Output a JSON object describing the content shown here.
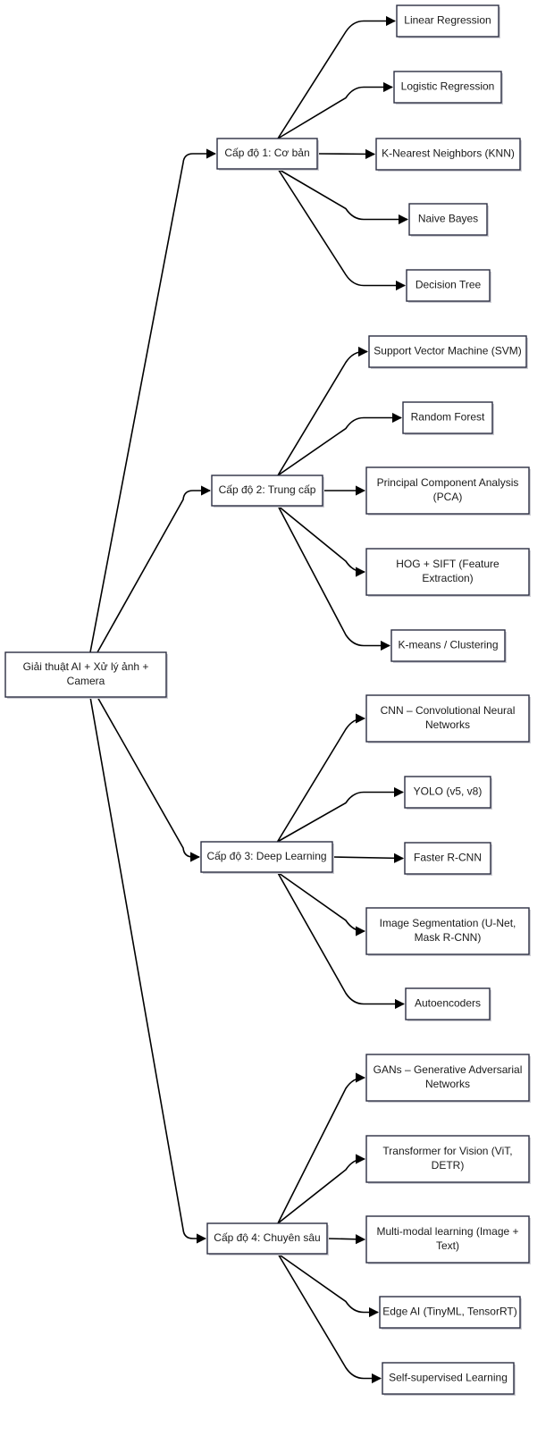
{
  "root": {
    "label": [
      "Giải thuật AI + Xử lý ảnh +",
      "Camera"
    ]
  },
  "levels": [
    {
      "label": [
        "Cấp độ 1: Cơ bản"
      ],
      "children": [
        {
          "label": [
            "Linear Regression"
          ]
        },
        {
          "label": [
            "Logistic Regression"
          ]
        },
        {
          "label": [
            "K-Nearest Neighbors (KNN)"
          ]
        },
        {
          "label": [
            "Naive Bayes"
          ]
        },
        {
          "label": [
            "Decision Tree"
          ]
        }
      ]
    },
    {
      "label": [
        "Cấp độ 2: Trung cấp"
      ],
      "children": [
        {
          "label": [
            "Support Vector Machine (SVM)"
          ]
        },
        {
          "label": [
            "Random Forest"
          ]
        },
        {
          "label": [
            "Principal Component Analysis",
            "(PCA)"
          ]
        },
        {
          "label": [
            "HOG + SIFT (Feature",
            "Extraction)"
          ]
        },
        {
          "label": [
            "K-means / Clustering"
          ]
        }
      ]
    },
    {
      "label": [
        "Cấp độ 3: Deep Learning"
      ],
      "children": [
        {
          "label": [
            "CNN – Convolutional Neural",
            "Networks"
          ]
        },
        {
          "label": [
            "YOLO (v5, v8)"
          ]
        },
        {
          "label": [
            "Faster R-CNN"
          ]
        },
        {
          "label": [
            "Image Segmentation (U-Net,",
            "Mask R-CNN)"
          ]
        },
        {
          "label": [
            "Autoencoders"
          ]
        }
      ]
    },
    {
      "label": [
        "Cấp độ 4: Chuyên sâu"
      ],
      "children": [
        {
          "label": [
            "GANs – Generative Adversarial",
            "Networks"
          ]
        },
        {
          "label": [
            "Transformer for Vision (ViT,",
            "DETR)"
          ]
        },
        {
          "label": [
            "Multi-modal learning (Image +",
            "Text)"
          ]
        },
        {
          "label": [
            "Edge AI (TinyML, TensorRT)"
          ]
        },
        {
          "label": [
            "Self-supervised Learning"
          ]
        }
      ]
    }
  ],
  "colors": {
    "box_border": "#2b2d42",
    "edge": "#000000",
    "text": "#1a1a1a",
    "shadow": "#d0d0d6"
  }
}
